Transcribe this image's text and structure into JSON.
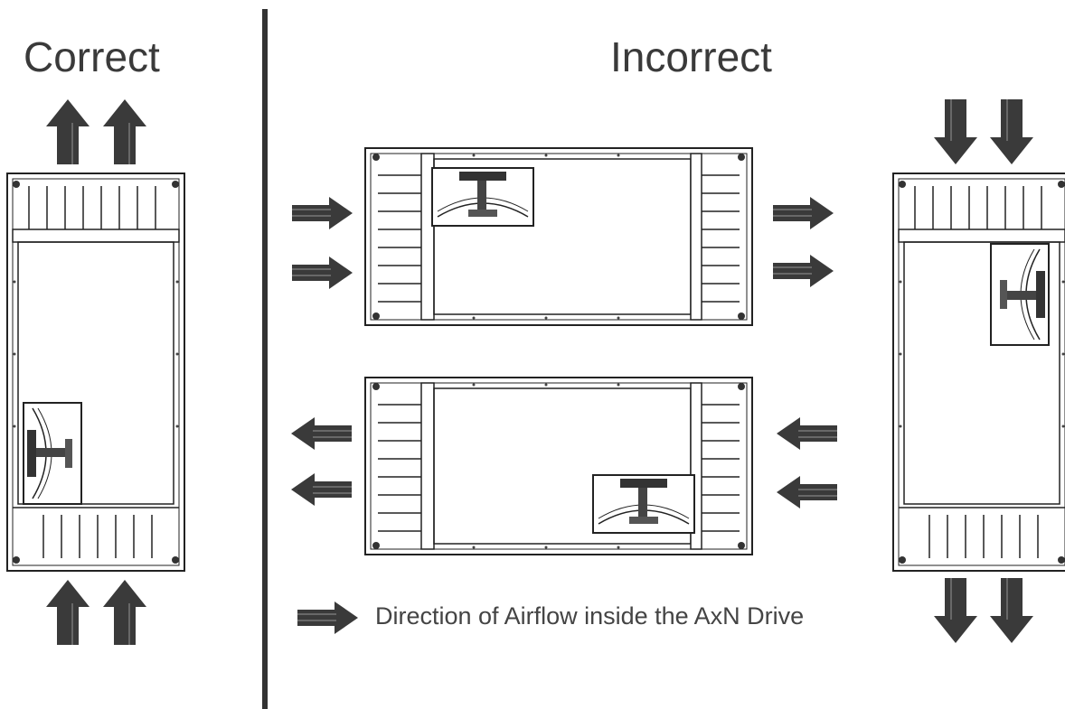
{
  "labels": {
    "correct": "Correct",
    "incorrect": "Incorrect",
    "legend": "Direction of Airflow inside the AxN Drive"
  },
  "icons": {
    "airflow_arrow": "airflow-arrow-icon",
    "drive_unit": "drive-unit-icon"
  },
  "colors": {
    "arrow_fill": "#3a3a3a",
    "line": "#222222",
    "divider": "#333333"
  }
}
